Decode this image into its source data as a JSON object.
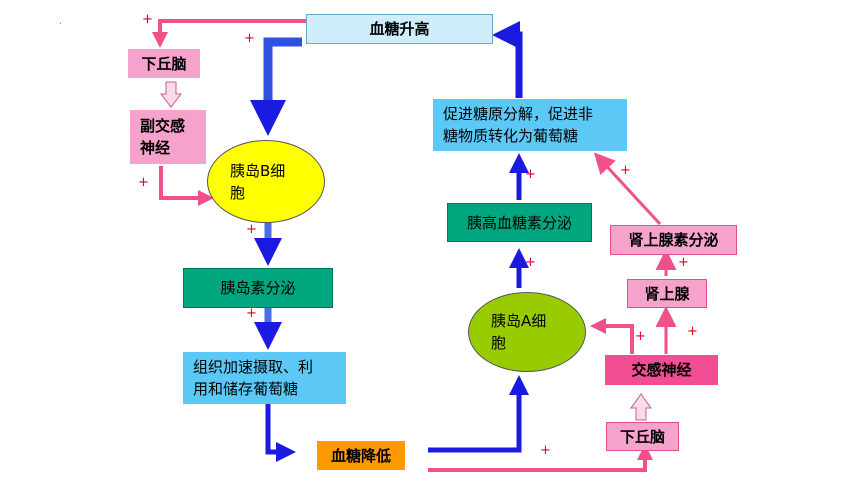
{
  "nodes": {
    "blood_sugar_rise": "血糖升高",
    "hypothalamus_left": "下丘脑",
    "vice_sympathetic": "副交感\n神经",
    "islet_b_cell": "胰岛B细\n胞",
    "insulin_secretion": "胰岛素分泌",
    "tissue_uptake": "组织加速摄取、利\n用和储存葡萄糖",
    "blood_sugar_fall": "血糖降低",
    "hypothalamus_right": "下丘脑",
    "sympathetic": "交感神经",
    "adrenal_gland": "肾上腺",
    "adrenaline_secretion": "肾上腺素分泌",
    "islet_a_cell": "胰岛A细\n胞",
    "glucagon_secretion": "胰高血糖素分泌",
    "promote_effects": "促进糖原分解，促进非\n糖物质转化为葡萄糖"
  },
  "plus_sign": "+",
  "colors": {
    "pink_arrow": "#f0508c",
    "blue_arrow": "#1a1ae0",
    "cyan_box": "#cfeefc",
    "pink_box": "#f5a3cc",
    "teal_box": "#00a67e",
    "sky_box": "#5bc8f5",
    "yellow_cell": "#ffff00",
    "green_cell": "#99cc00",
    "orange_box": "#ff9900",
    "magenta_box": "#f04d93"
  }
}
